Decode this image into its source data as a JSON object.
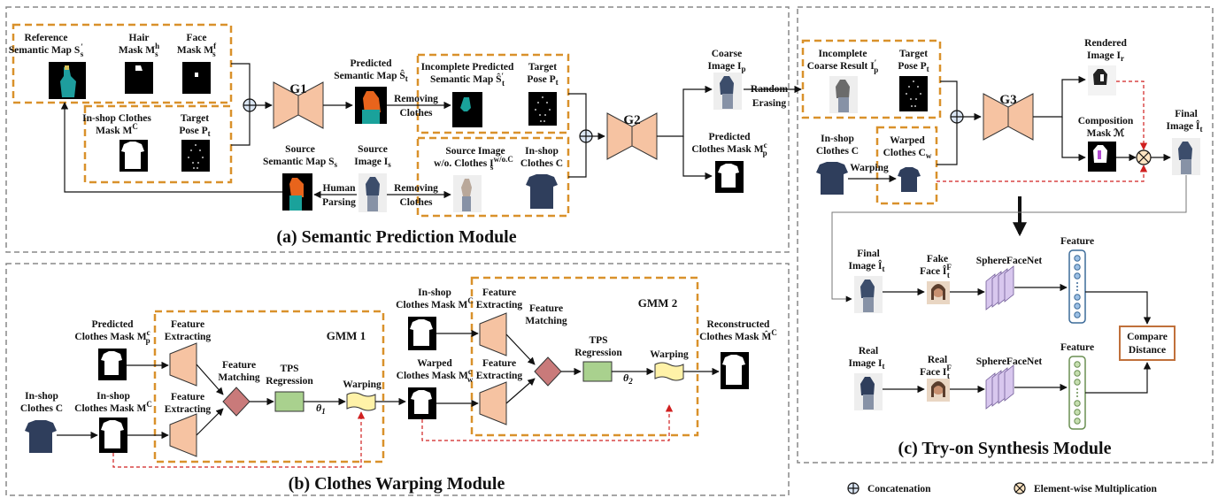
{
  "panels": {
    "a": {
      "title": "(a) Semantic Prediction Module"
    },
    "b": {
      "title": "(b) Clothes Warping Module"
    },
    "c": {
      "title": "(c) Try-on Synthesis Module"
    }
  },
  "a": {
    "reference_map": [
      "Reference",
      "Semantic Map S",
      "′",
      "s"
    ],
    "hair_mask": [
      "Hair",
      "Mask M",
      "h",
      "s"
    ],
    "face_mask": [
      "Face",
      "Mask M",
      "f",
      "s"
    ],
    "clothes_mask": [
      "In-shop Clothes",
      "Mask M",
      "C"
    ],
    "target_pose": [
      "Target",
      "Pose P",
      "t"
    ],
    "g1": "G1",
    "pred_semantic": [
      "Predicted",
      "Semantic Map Ŝ",
      "t"
    ],
    "removing_clothes_1": [
      "Removing",
      "Clothes"
    ],
    "incomplete_pred": [
      "Incomplete Predicted",
      "Semantic Map Ŝ",
      "′",
      "t"
    ],
    "target_pose_2": [
      "Target",
      "Pose P",
      "t"
    ],
    "source_semantic": [
      "Source",
      "Semantic Map S",
      "s"
    ],
    "human_parsing": [
      "Human",
      "Parsing"
    ],
    "source_image": [
      "Source",
      "Image I",
      "s"
    ],
    "removing_clothes_2": [
      "Removing",
      "Clothes"
    ],
    "source_wo": [
      "Source Image",
      "w/o. Clothes I",
      "w/o.C",
      "s"
    ],
    "inshop_clothes": [
      "In-shop",
      "Clothes C"
    ],
    "g2": "G2",
    "coarse": [
      "Coarse",
      "Image I",
      "p"
    ],
    "random_erasing": [
      "Random",
      "Erasing"
    ],
    "pred_clothes_mask": [
      "Predicted",
      "Clothes Mask M",
      "c",
      "p"
    ]
  },
  "b": {
    "pred_clothes_mask": [
      "Predicted",
      "Clothes Mask M",
      "c",
      "p"
    ],
    "inshop_clothes": [
      "In-shop",
      "Clothes C"
    ],
    "inshop_mask": [
      "In-shop",
      "Clothes Mask M",
      "C"
    ],
    "feat_extract": [
      "Feature",
      "Extracting"
    ],
    "feat_matching": [
      "Feature",
      "Matching"
    ],
    "tps": [
      "TPS",
      "Regression"
    ],
    "theta1": [
      "θ",
      "1"
    ],
    "theta2": [
      "θ",
      "2"
    ],
    "warping": "Warping",
    "gmm1": "GMM 1",
    "gmm2": "GMM 2",
    "inshop_mask_2": [
      "In-shop",
      "Clothes Mask M",
      "C"
    ],
    "warped_mask": [
      "Warped",
      "Clothes Mask M",
      "c",
      "w"
    ],
    "reconstructed": [
      "Reconstructed",
      "Clothes Mask M̂",
      "C"
    ]
  },
  "c": {
    "incomplete_coarse": [
      "Incomplete",
      "Coarse Result I",
      "′",
      "p"
    ],
    "target_pose": [
      "Target",
      "Pose P",
      "t"
    ],
    "g3": "G3",
    "rendered": [
      "Rendered",
      "Image I",
      "r"
    ],
    "composition": [
      "Composition",
      "Mask ℳ"
    ],
    "final": [
      "Final",
      "Image Î",
      "t"
    ],
    "inshop_clothes": [
      "In-shop",
      "Clothes C"
    ],
    "warping": "Warping",
    "warped_clothes": [
      "Warped",
      "Clothes C",
      "w"
    ],
    "final_2": [
      "Final",
      "Image Î",
      "t"
    ],
    "fake_face": [
      "Fake",
      "Face Î",
      "F",
      "t"
    ],
    "real_image": [
      "Real",
      "Image I",
      "t"
    ],
    "real_face": [
      "Real",
      "Face I",
      "F",
      "t"
    ],
    "spherefacenet": "SphereFaceNet",
    "feature": "Feature",
    "compare": [
      "Compare",
      "Distance"
    ]
  },
  "legend": {
    "concatenation": "Concatenation",
    "multiplication": "Element-wise  Multiplication"
  },
  "colors": {
    "orange_box": "#d9912b",
    "generator": "#f6c3a2",
    "matching": "#c97a7a",
    "tps": "#a9d18e",
    "warp": "#fff2a8",
    "sphere": "#d8c7ee",
    "feature_blue": "#3c6b99",
    "feature_green": "#6a8f52",
    "compare_border": "#c0703b",
    "red_dash": "#d02020",
    "concat": "#dbe6f4"
  }
}
